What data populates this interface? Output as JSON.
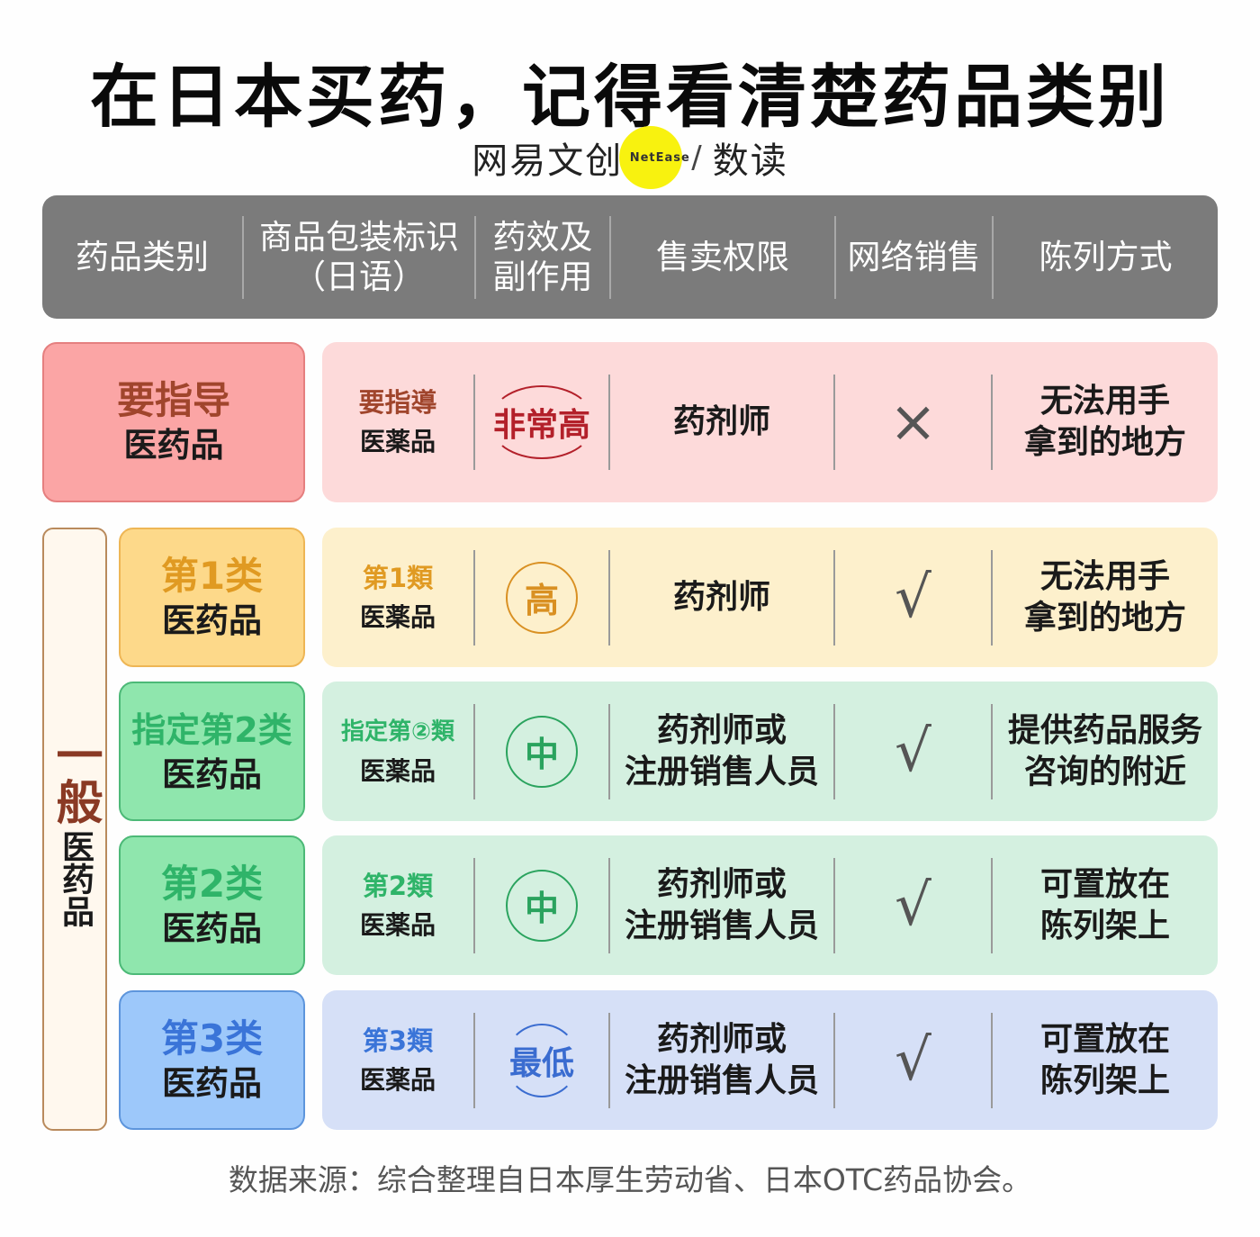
{
  "title": "在日本买药，记得看清楚药品类别",
  "brand": {
    "name_cn": "网易文创",
    "logo_text": "NetEase",
    "separator": "/",
    "section": "数读",
    "logo_color": "#f8f20f"
  },
  "header": {
    "columns": [
      "药品类别",
      "商品包装标识（日语）",
      "药效及副作用",
      "售卖权限",
      "网络销售",
      "陈列方式"
    ],
    "col0": "药品类别",
    "col1_line1": "商品包装标识",
    "col1_line2": "（日语）",
    "col2_line1": "药效及",
    "col2_line2": "副作用",
    "col3": "售卖权限",
    "col4": "网络销售",
    "col5": "陈列方式"
  },
  "group_label": {
    "main": "一般",
    "sub": "医药品"
  },
  "rows": [
    {
      "category_line1": "要指导",
      "category_line2": "医药品",
      "jp_line1": "要指導",
      "jp_line2": "医薬品",
      "potency": "非常高",
      "seller": "药剂师",
      "online": "×",
      "online_icon": "cross-icon",
      "display_line1": "无法用手",
      "display_line2": "拿到的地方",
      "colors": {
        "box": "#fba5a5",
        "box_border": "#e57f7f",
        "row": "#fddada",
        "accent": "#a0452c",
        "badge": "#b3202a"
      }
    },
    {
      "category_line1": "第1类",
      "category_line2": "医药品",
      "jp_line1": "第1類",
      "jp_line2": "医薬品",
      "potency": "高",
      "seller": "药剂师",
      "online": "√",
      "online_icon": "check-icon",
      "display_line1": "无法用手",
      "display_line2": "拿到的地方",
      "colors": {
        "box": "#fdd98a",
        "box_border": "#eeb655",
        "row": "#fdf0cc",
        "accent": "#e09a22",
        "badge": "#d99022"
      }
    },
    {
      "category_line1": "指定第2类",
      "category_line2": "医药品",
      "jp_line1": "指定第②類",
      "jp_line2": "医薬品",
      "potency": "中",
      "seller_line1": "药剂师或",
      "seller_line2": "注册销售人员",
      "online": "√",
      "online_icon": "check-icon",
      "display_line1": "提供药品服务",
      "display_line2": "咨询的附近",
      "colors": {
        "box": "#8fe6ad",
        "box_border": "#4cb977",
        "row": "#d4f0e0",
        "accent": "#2fb469",
        "badge": "#2aa35e"
      }
    },
    {
      "category_line1": "第2类",
      "category_line2": "医药品",
      "jp_line1": "第2類",
      "jp_line2": "医薬品",
      "potency": "中",
      "seller_line1": "药剂师或",
      "seller_line2": "注册销售人员",
      "online": "√",
      "online_icon": "check-icon",
      "display_line1": "可置放在",
      "display_line2": "陈列架上",
      "colors": {
        "box": "#8fe6ad",
        "box_border": "#4cb977",
        "row": "#d4f0e0",
        "accent": "#2fb469",
        "badge": "#2aa35e"
      }
    },
    {
      "category_line1": "第3类",
      "category_line2": "医药品",
      "jp_line1": "第3類",
      "jp_line2": "医薬品",
      "potency": "最低",
      "seller_line1": "药剂师或",
      "seller_line2": "注册销售人员",
      "online": "√",
      "online_icon": "check-icon",
      "display_line1": "可置放在",
      "display_line2": "陈列架上",
      "colors": {
        "box": "#9dc8fa",
        "box_border": "#5d95dc",
        "row": "#d6e0f7",
        "accent": "#3a74d8",
        "badge": "#3a6cd0"
      }
    }
  ],
  "footer": "数据来源：综合整理自日本厚生劳动省、日本OTC药品协会。"
}
